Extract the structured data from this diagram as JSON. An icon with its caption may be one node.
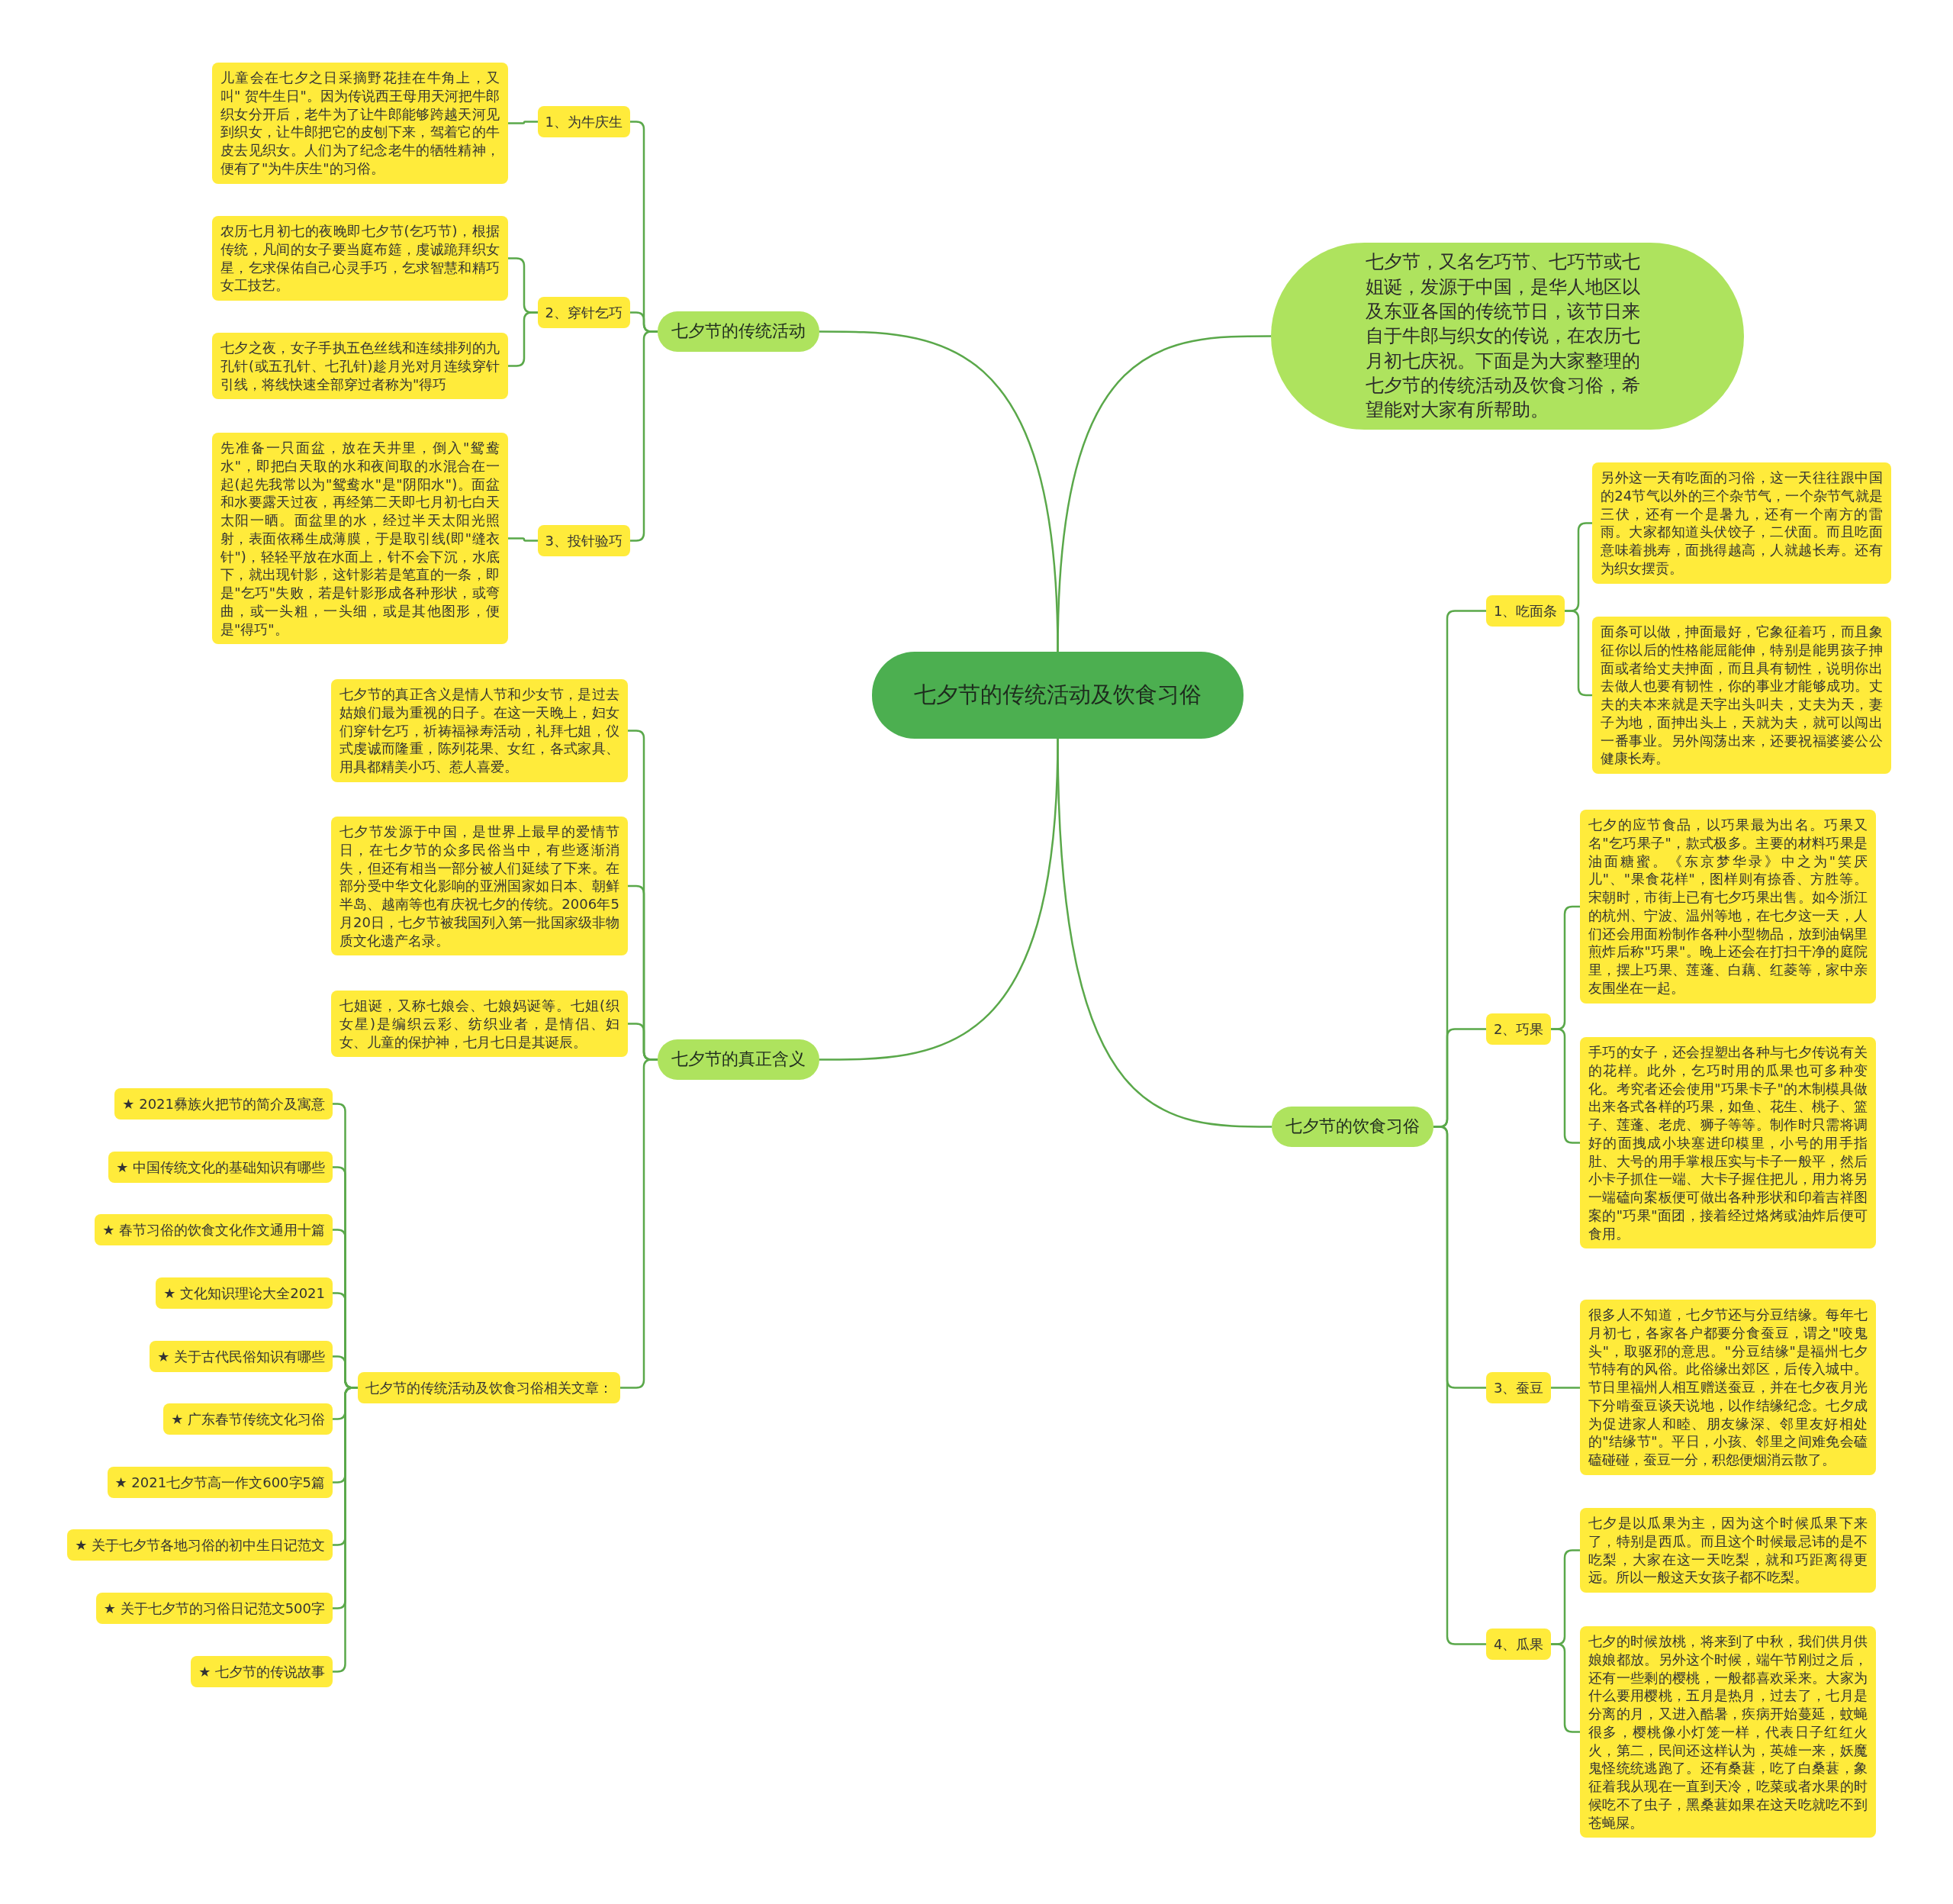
{
  "diagram": {
    "nodes": [
      {
        "text": [
          "七夕节的传统活动及饮食习俗"
        ]
      },
      {
        "text": [
          "七夕节，又名乞巧节、七巧节或七姐诞，发源于中国，是华人地区以及东亚各国的传统节日，该节日来自于牛郎与织女的传说，在农历七月初七庆祝。下面是为大家整理的七夕节的传统活动及饮食习俗，希望能对大家有所帮助。"
        ]
      },
      {
        "text": [
          "七夕节的传统活动"
        ]
      },
      {
        "text": [
          "1、为牛庆生"
        ]
      },
      {
        "text": [
          "儿童会在七夕之日采摘野花挂在牛角上，又叫\" 贺牛生日\"。因为传说西王母用天河把牛郎织女分开后，老牛为了让牛郎能够跨越天河见到织女，让牛郎把它的皮刨下来，驾着它的牛皮去见织女。人们为了纪念老牛的牺牲精神，便有了\"为牛庆生\"的习俗。"
        ]
      },
      {
        "text": [
          "2、穿针乞巧"
        ]
      },
      {
        "text": [
          "农历七月初七的夜晚即七夕节(乞巧节)，根据传统，凡间的女子要当庭布筵，虔诚跪拜织女星，乞求保佑自己心灵手巧，乞求智慧和精巧女工技艺。"
        ]
      },
      {
        "text": [
          "七夕之夜，女子手执五色丝线和连续排列的九孔针(或五孔针、七孔针)趁月光对月连续穿针引线，将线快速全部穿过者称为\"得巧"
        ]
      },
      {
        "text": [
          "3、投针验巧"
        ]
      },
      {
        "text": [
          "先准备一只面盆，放在天井里，倒入\"鸳鸯水\"，即把白天取的水和夜间取的水混合在一起(起先我常以为\"鸳鸯水\"是\"阴阳水\")。面盆和水要露天过夜，再经第二天即七月初七白天太阳一晒。面盆里的水，经过半天太阳光照射，表面依稀生成薄膜，于是取引线(即\"缝衣针\")，轻轻平放在水面上，针不会下沉，水底下，就出现针影，这针影若是笔直的一条，即是\"乞巧\"失败，若是针影形成各种形状，或弯曲，或一头粗，一头细，或是其他图形，便是\"得巧\"。"
        ]
      },
      {
        "text": [
          "七夕节的真正含义"
        ]
      },
      {
        "text": [
          "七夕节的真正含义是情人节和少女节，是过去姑娘们最为重视的日子。在这一天晚上，妇女们穿针乞巧，祈祷福禄寿活动，礼拜七姐，仪式虔诚而隆重，陈列花果、女红，各式家具、用具都精美小巧、惹人喜爱。"
        ]
      },
      {
        "text": [
          "七夕节发源于中国，是世界上最早的爱情节日，在七夕节的众多民俗当中，有些逐渐消失，但还有相当一部分被人们延续了下来。在部分受中华文化影响的亚洲国家如日本、朝鲜半岛、越南等也有庆祝七夕的传统。2006年5月20日，七夕节被我国列入第一批国家级非物质文化遗产名录。"
        ]
      },
      {
        "text": [
          "七姐诞，又称七娘会、七娘妈诞等。七姐(织女星)是编织云彩、纺织业者，是情侣、妇女、儿童的保护神，七月七日是其诞辰。"
        ]
      },
      {
        "text": [
          "七夕节的传统活动及饮食习俗相关文章："
        ]
      },
      {
        "text": [
          "★ 2021彝族火把节的简介及寓意"
        ]
      },
      {
        "text": [
          "★ 中国传统文化的基础知识有哪些"
        ]
      },
      {
        "text": [
          "★ 春节习俗的饮食文化作文通用十篇"
        ]
      },
      {
        "text": [
          "★ 文化知识理论大全2021"
        ]
      },
      {
        "text": [
          "★ 关于古代民俗知识有哪些"
        ]
      },
      {
        "text": [
          "★ 广东春节传统文化习俗"
        ]
      },
      {
        "text": [
          "★ 2021七夕节高一作文600字5篇"
        ]
      },
      {
        "text": [
          "★ 关于七夕节各地习俗的初中生日记范文"
        ]
      },
      {
        "text": [
          "★ 关于七夕节的习俗日记范文500字"
        ]
      },
      {
        "text": [
          "★ 七夕节的传说故事"
        ]
      },
      {
        "text": [
          "七夕节的饮食习俗"
        ]
      },
      {
        "text": [
          "1、吃面条"
        ]
      },
      {
        "text": [
          "另外这一天有吃面的习俗，这一天往往跟中国的24节气以外的三个杂节气，一个杂节气就是三伏，还有一个是暑九，还有一个南方的雷雨。大家都知道头伏饺子，二伏面。而且吃面意味着挑寿，面挑得越高，人就越长寿。还有为织女摆贡。"
        ]
      },
      {
        "text": [
          "面条可以做，抻面最好，它象征着巧，而且象征你以后的性格能屈能伸，特别是能男孩子抻面或者给丈夫抻面，而且具有韧性，说明你出去做人也要有韧性，你的事业才能够成功。丈夫的夫本来就是天字出头叫夫，丈夫为天，妻子为地，面抻出头上，天就为夫，就可以闯出一番事业。另外闯荡出来，还要祝福婆婆公公健康长寿。"
        ]
      },
      {
        "text": [
          "2、巧果"
        ]
      },
      {
        "text": [
          "七夕的应节食品，以巧果最为出名。巧果又名\"乞巧果子\"，款式极多。主要的材料巧果是油面糖蜜。《东京梦华录》中之为\"笑厌儿\"、\"果食花样\"，图样则有捺香、方胜等。宋朝时，市街上已有七夕巧果出售。如今浙江的杭州、宁波、温州等地，在七夕这一天，人们还会用面粉制作各种小型物品，放到油锅里煎炸后称\"巧果\"。晚上还会在打扫干净的庭院里，摆上巧果、莲蓬、白藕、红菱等，家中亲友围坐在一起。"
        ]
      },
      {
        "text": [
          "手巧的女子，还会捏塑出各种与七夕传说有关的花样。此外，乞巧时用的瓜果也可多种变化。考究者还会使用\"巧果卡子\"的木制模具做出来各式各样的巧果，如鱼、花生、桃子、篮子、莲蓬、老虎、狮子等等。制作时只需将调好的面拽成小块塞进印模里，小号的用手指肚、大号的用手掌根压实与卡子一般平，然后小卡子抓住一端、大卡子握住把儿，用力将另一端磕向案板便可做出各种形状和印着吉祥图案的\"巧果\"面团，接着经过烙烤或油炸后便可食用。"
        ]
      },
      {
        "text": [
          "3、蚕豆"
        ]
      },
      {
        "text": [
          "很多人不知道，七夕节还与分豆结缘。每年七月初七，各家各户都要分食蚕豆，谓之\"咬鬼头\"，取驱邪的意思。\"分豆结缘\"是福州七夕节特有的风俗。此俗缘出郊区，后传入城中。节日里福州人相互赠送蚕豆，并在七夕夜月光下分啃蚕豆谈天说地，以作结缘纪念。七夕成为促进家人和睦、朋友缘深、邻里友好相处的\"结缘节\"。平日，小孩、邻里之间难免会磕磕碰碰，蚕豆一分，积怨便烟消云散了。"
        ]
      },
      {
        "text": [
          "4、瓜果"
        ]
      },
      {
        "text": [
          "七夕是以瓜果为主，因为这个时候瓜果下来了，特别是西瓜。而且这个时候最忌讳的是不吃梨，大家在这一天吃梨，就和巧距离得更远。所以一般这天女孩子都不吃梨。"
        ]
      },
      {
        "text": [
          "七夕的时候放桃，将来到了中秋，我们供月供娘娘都放。另外这个时候，端午节刚过之后，还有一些剩的樱桃，一般都喜欢采来。大家为什么要用樱桃，五月是热月，过去了，七月是分离的月，又进入酷暑，疾病开始蔓延，蚊蝇很多，樱桃像小灯笼一样，代表日子红红火火，第二，民间还这样认为，英雄一来，妖魔鬼怪统统逃跑了。还有桑葚，吃了白桑葚，象征着我从现在一直到天冷，吃菜或者水果的时候吃不了虫子，黑桑葚如果在这天吃就吃不到苍蝇屎。"
        ]
      }
    ],
    "edges": [
      {
        "from": 0,
        "to": 1,
        "arrow": "none"
      },
      {
        "from": 0,
        "to": 2,
        "arrow": "none"
      },
      {
        "from": 2,
        "to": 3,
        "arrow": "none"
      },
      {
        "from": 3,
        "to": 4,
        "arrow": "none"
      },
      {
        "from": 2,
        "to": 5,
        "arrow": "none"
      },
      {
        "from": 5,
        "to": 6,
        "arrow": "none"
      },
      {
        "from": 5,
        "to": 7,
        "arrow": "none"
      },
      {
        "from": 2,
        "to": 8,
        "arrow": "none"
      },
      {
        "from": 8,
        "to": 9,
        "arrow": "none"
      },
      {
        "from": 0,
        "to": 10,
        "arrow": "none"
      },
      {
        "from": 10,
        "to": 11,
        "arrow": "none"
      },
      {
        "from": 10,
        "to": 12,
        "arrow": "none"
      },
      {
        "from": 10,
        "to": 13,
        "arrow": "none"
      },
      {
        "from": 10,
        "to": 14,
        "arrow": "none"
      },
      {
        "from": 14,
        "to": 15,
        "arrow": "none"
      },
      {
        "from": 14,
        "to": 16,
        "arrow": "none"
      },
      {
        "from": 14,
        "to": 17,
        "arrow": "none"
      },
      {
        "from": 14,
        "to": 18,
        "arrow": "none"
      },
      {
        "from": 14,
        "to": 19,
        "arrow": "none"
      },
      {
        "from": 14,
        "to": 20,
        "arrow": "none"
      },
      {
        "from": 14,
        "to": 21,
        "arrow": "none"
      },
      {
        "from": 14,
        "to": 22,
        "arrow": "none"
      },
      {
        "from": 14,
        "to": 23,
        "arrow": "none"
      },
      {
        "from": 14,
        "to": 24,
        "arrow": "none"
      },
      {
        "from": 0,
        "to": 25,
        "arrow": "none"
      },
      {
        "from": 25,
        "to": 26,
        "arrow": "none"
      },
      {
        "from": 26,
        "to": 27,
        "arrow": "none"
      },
      {
        "from": 26,
        "to": 28,
        "arrow": "none"
      },
      {
        "from": 25,
        "to": 29,
        "arrow": "none"
      },
      {
        "from": 29,
        "to": 30,
        "arrow": "none"
      },
      {
        "from": 29,
        "to": 31,
        "arrow": "none"
      },
      {
        "from": 25,
        "to": 32,
        "arrow": "none"
      },
      {
        "from": 32,
        "to": 33,
        "arrow": "none"
      },
      {
        "from": 25,
        "to": 34,
        "arrow": "none"
      },
      {
        "from": 34,
        "to": 35,
        "arrow": "none"
      },
      {
        "from": 34,
        "to": 36,
        "arrow": "none"
      }
    ]
  }
}
